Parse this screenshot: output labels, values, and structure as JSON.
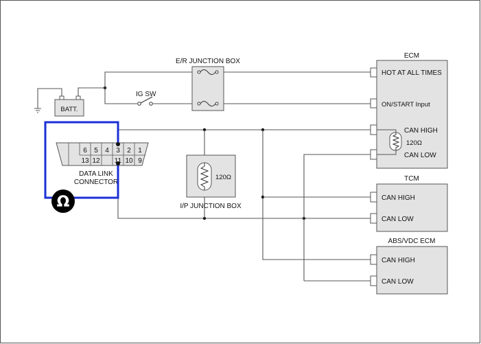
{
  "diagram": {
    "batt_label": "BATT.",
    "ig_sw_label": "IG SW",
    "er_junction_label": "E/R JUNCTION BOX",
    "ip_junction_label": "I/P JUNCTION BOX",
    "dlc": {
      "label_line1": "DATA LINK",
      "label_line2": "CONNECTOR",
      "pins_top": [
        "6",
        "5",
        "4",
        "3",
        "2",
        "1"
      ],
      "pins_bottom": [
        "13",
        "12",
        "11",
        "10",
        "9"
      ]
    },
    "ohm_symbol": "Ω",
    "resistor_label": "120Ω",
    "ecm": {
      "title": "ECM",
      "terminals": [
        "HOT AT ALL TIMES",
        "ON/START Input",
        "CAN HIGH",
        "CAN LOW"
      ]
    },
    "tcm": {
      "title": "TCM",
      "terminals": [
        "CAN HIGH",
        "CAN LOW"
      ]
    },
    "abs": {
      "title": "ABS/VDC ECM",
      "terminals": [
        "CAN HIGH",
        "CAN LOW"
      ]
    },
    "colors": {
      "highlight": "#1a2fd6",
      "box_fill": "#e3e3e3",
      "wire": "#555555"
    }
  }
}
